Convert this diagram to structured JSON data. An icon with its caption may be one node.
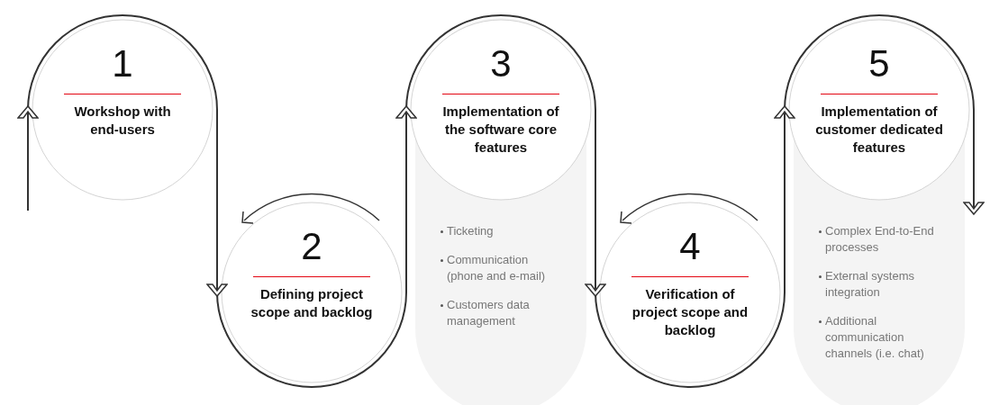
{
  "diagram": {
    "nodes": [
      {
        "text": [
          "1",
          "Workshop with end-users"
        ]
      },
      {
        "text": [
          "2",
          "Defining project scope and backlog"
        ]
      },
      {
        "text": [
          "3",
          "Implementation of the software core features"
        ],
        "beside": [
          "Ticketing",
          "Communication (phone and e-mail)",
          "Customers data management"
        ]
      },
      {
        "text": [
          "4",
          "Verification of project scope and backlog"
        ]
      },
      {
        "text": [
          "5",
          "Implementation of customer dedicated features"
        ],
        "beside": [
          "Complex End-to-End processes",
          "External systems integration",
          "Additional communication channels (i.e. chat)"
        ]
      }
    ],
    "edges": [
      {
        "from": null,
        "to": 0,
        "arrow": "to"
      },
      {
        "from": 0,
        "to": 1,
        "arrow": "to"
      },
      {
        "from": 1,
        "to": 2,
        "arrow": "to"
      },
      {
        "from": 2,
        "to": 3,
        "arrow": "to"
      },
      {
        "from": 3,
        "to": 4,
        "arrow": "to"
      },
      {
        "from": 4,
        "to": null,
        "arrow": "to"
      }
    ]
  }
}
